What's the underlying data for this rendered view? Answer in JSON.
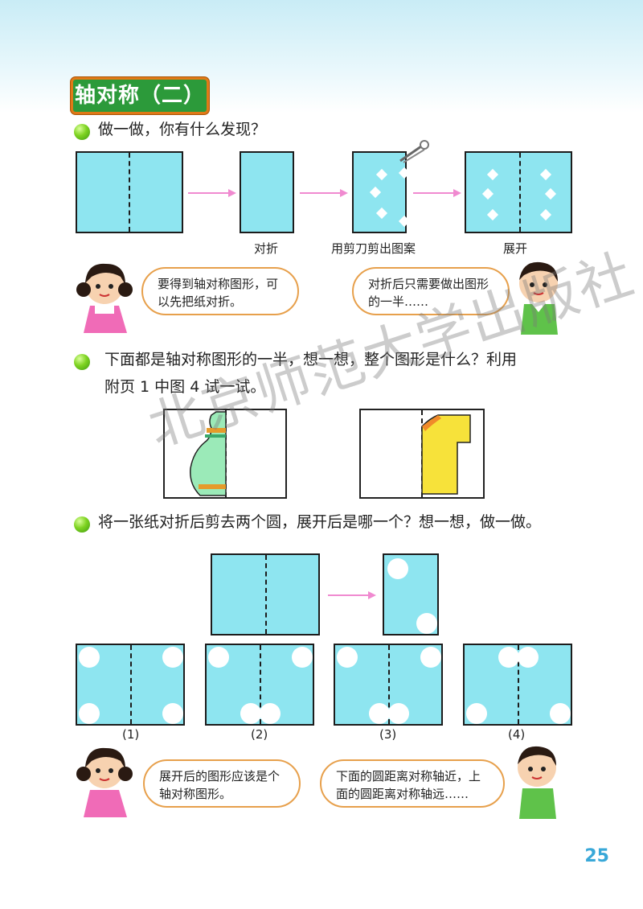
{
  "title": "轴对称（二）",
  "section1": {
    "prompt": "做一做，你有什么发现？",
    "captions": [
      "对折",
      "用剪刀剪出图案",
      "展开"
    ]
  },
  "bubbles1": {
    "girl": "要得到轴对称图形，可以先把纸对折。",
    "boy": "对折后只需要做出图形的一半……"
  },
  "section2": {
    "prompt_line1": "下面都是轴对称图形的一半，想一想，整个图形是什么？利用",
    "prompt_line2": "附页 1 中图 4 试一试。"
  },
  "section3": {
    "prompt": "将一张纸对折后剪去两个圆，展开后是哪一个？想一想，做一做。",
    "options": [
      "(1)",
      "(2)",
      "(3)",
      "(4)"
    ]
  },
  "bubbles2": {
    "girl": "展开后的图形应该是个轴对称图形。",
    "boy": "下面的圆距离对称轴近，上面的圆距离对称轴远……"
  },
  "watermark": "北京师范大学出版社",
  "page_number": "25",
  "colors": {
    "sheet": "#8ee5f0",
    "title_bg": "#2c9a3a",
    "title_border": "#e07a17",
    "arrow": "#f08ad0",
    "page_number": "#39a8d8"
  }
}
